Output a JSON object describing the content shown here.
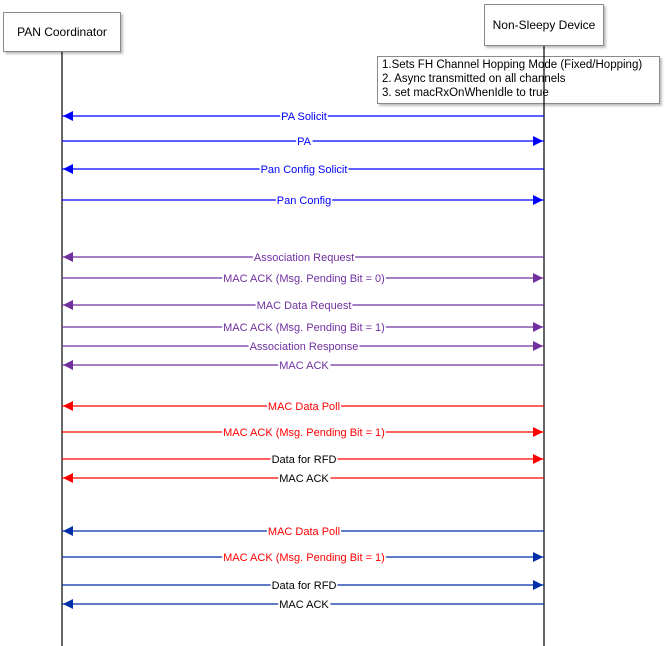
{
  "actors": {
    "left": "PAN Coordinator",
    "right": "Non-Sleepy Device"
  },
  "note": {
    "lines": [
      "1.Sets FH Channel Hopping Mode (Fixed/Hopping)",
      "2. Async  transmitted on all channels",
      "3. set macRxOnWhenIdle to true"
    ]
  },
  "messages": [
    {
      "label": "PA Solicit",
      "dir": "left",
      "color": "#0000ff",
      "text_color": "#0000ff"
    },
    {
      "label": "PA",
      "dir": "right",
      "color": "#0000ff",
      "text_color": "#0000ff"
    },
    {
      "label": "Pan Config Solicit",
      "dir": "left",
      "color": "#0000ff",
      "text_color": "#0000ff"
    },
    {
      "label": "Pan Config",
      "dir": "right",
      "color": "#0000ff",
      "text_color": "#0000ff"
    },
    {
      "label": "Association Request",
      "dir": "left",
      "color": "#7030a0",
      "text_color": "#7030a0"
    },
    {
      "label": "MAC ACK (Msg. Pending Bit = 0)",
      "dir": "right",
      "color": "#7030a0",
      "text_color": "#7030a0"
    },
    {
      "label": "MAC Data Request",
      "dir": "left",
      "color": "#7030a0",
      "text_color": "#7030a0"
    },
    {
      "label": "MAC ACK (Msg. Pending Bit = 1)",
      "dir": "right",
      "color": "#7030a0",
      "text_color": "#7030a0"
    },
    {
      "label": "Association Response",
      "dir": "right",
      "color": "#7030a0",
      "text_color": "#7030a0"
    },
    {
      "label": "MAC ACK",
      "dir": "left",
      "color": "#7030a0",
      "text_color": "#7030a0"
    },
    {
      "label": "MAC Data Poll",
      "dir": "left",
      "color": "#ff0000",
      "text_color": "#ff0000"
    },
    {
      "label": "MAC ACK (Msg. Pending Bit = 1)",
      "dir": "right",
      "color": "#ff0000",
      "text_color": "#ff0000"
    },
    {
      "label": "Data for RFD",
      "dir": "right",
      "color": "#ff0000",
      "text_color": "#000000"
    },
    {
      "label": "MAC ACK",
      "dir": "left",
      "color": "#ff0000",
      "text_color": "#000000"
    },
    {
      "label": "MAC Data Poll",
      "dir": "left",
      "color": "#002fa7",
      "text_color": "#ff0000"
    },
    {
      "label": "MAC ACK (Msg. Pending Bit = 1)",
      "dir": "right",
      "color": "#002fa7",
      "text_color": "#ff0000"
    },
    {
      "label": "Data for RFD",
      "dir": "right",
      "color": "#002fa7",
      "text_color": "#000000"
    },
    {
      "label": "MAC ACK",
      "dir": "left",
      "color": "#002fa7",
      "text_color": "#000000"
    }
  ]
}
